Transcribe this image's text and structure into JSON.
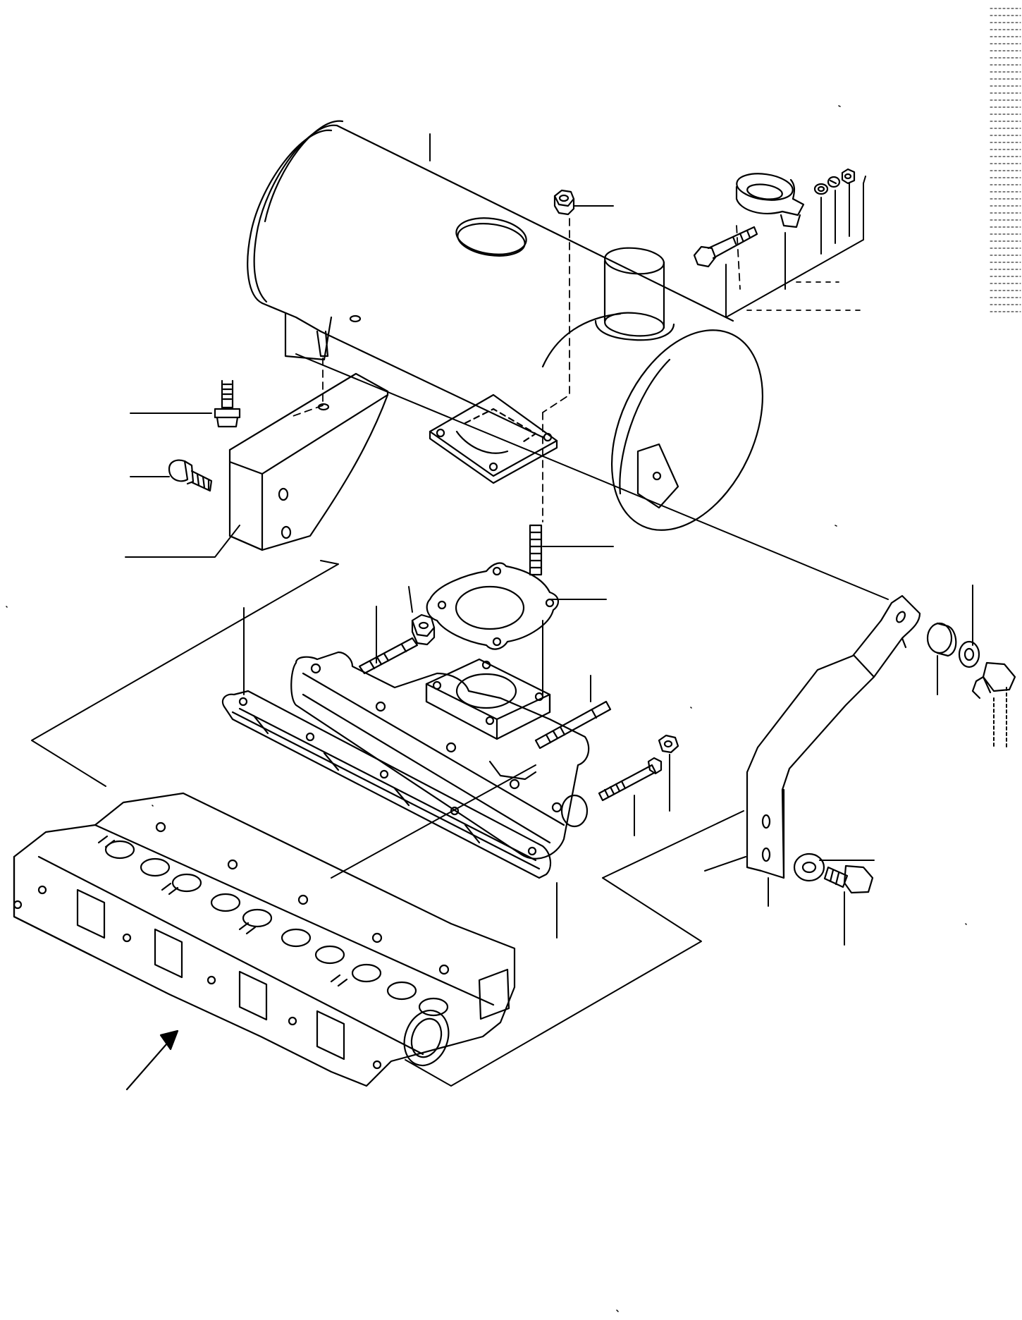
{
  "diagram": {
    "type": "exploded-parts-view",
    "callout_labels": [],
    "line_color": "#000000",
    "background": "#ffffff",
    "parts": [
      "muffler",
      "muffler-inlet-flange",
      "muffler-outlet-pipe",
      "muffler-support-bracket",
      "tail-pipe-clamp",
      "clamp-bolt",
      "clamp-washer",
      "clamp-spring-washer",
      "clamp-nut",
      "muffler-flange-nut",
      "stud",
      "flange-gasket",
      "manifold-nut",
      "manifold-stud",
      "exhaust-manifold",
      "manifold-gasket",
      "cylinder-head",
      "support-stay",
      "spacer-collar",
      "stay-washer",
      "stay-bolt",
      "lower-washer",
      "lower-bolt",
      "bracket-bolt-upper",
      "bracket-bolt-lower"
    ],
    "direction_arrow": "front"
  }
}
